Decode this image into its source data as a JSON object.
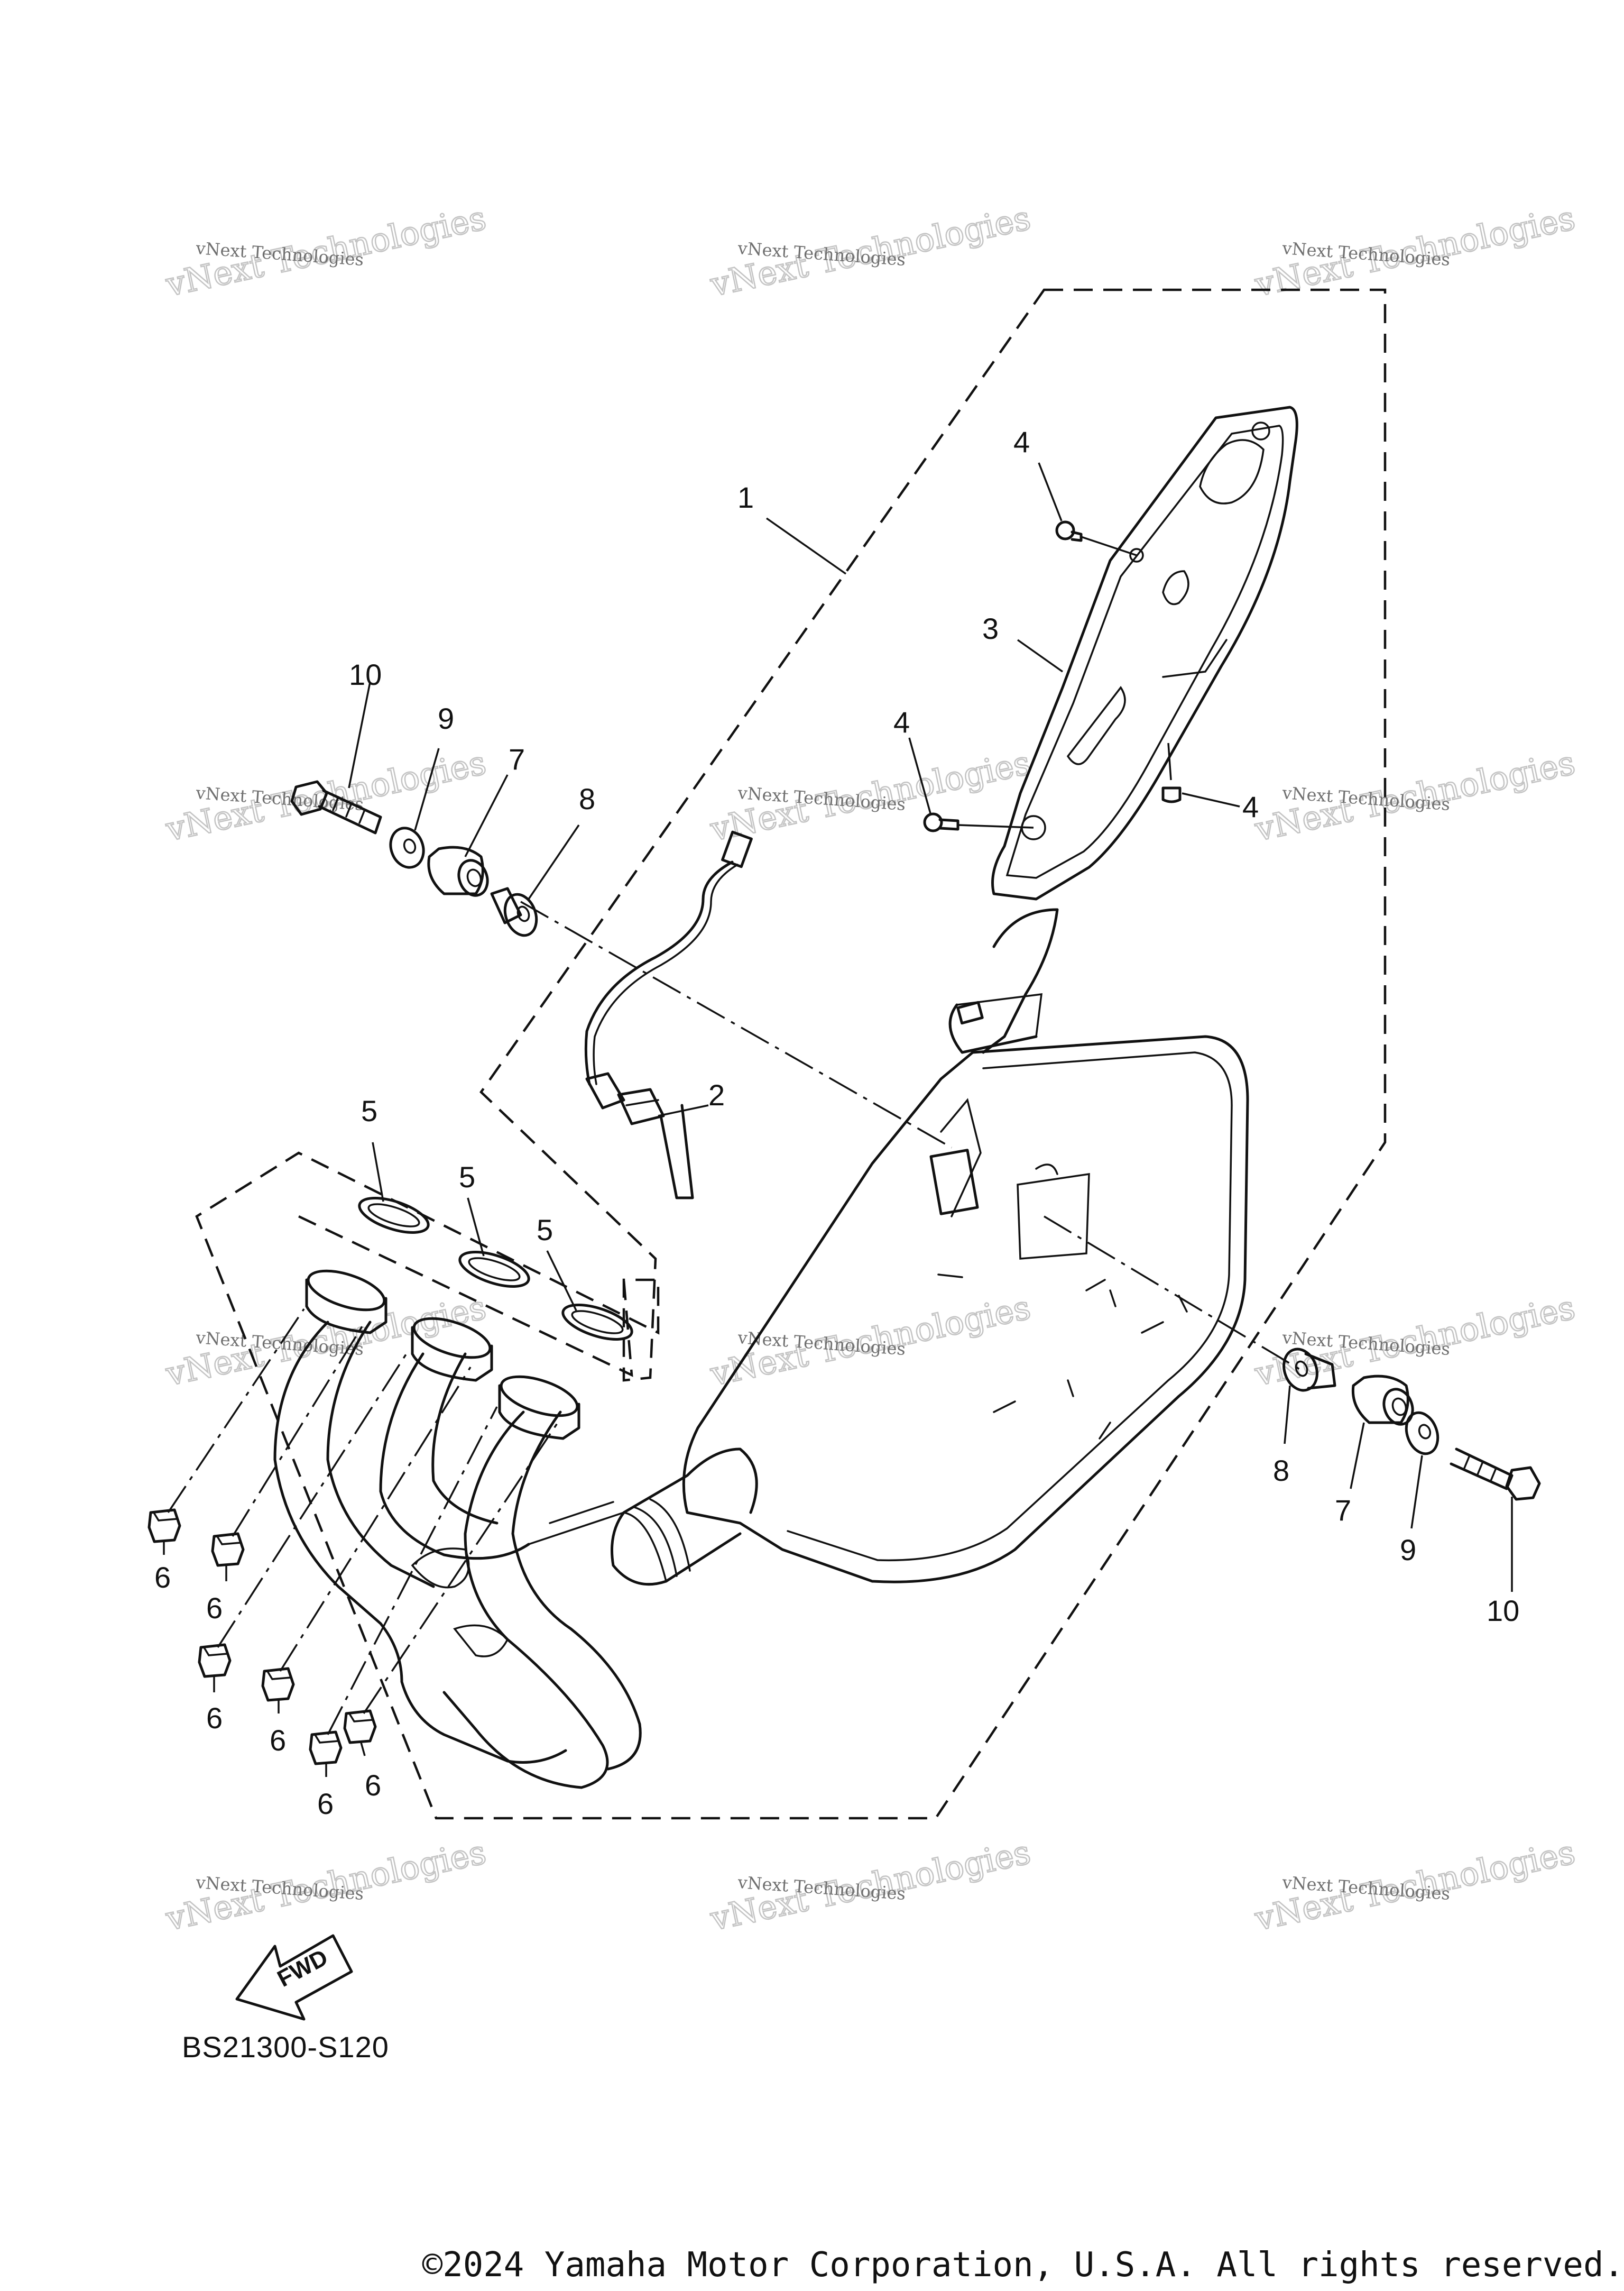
{
  "diagram": {
    "callouts": {
      "part_1": "1",
      "part_2": "2",
      "part_3": "3",
      "part_4": "4",
      "part_5": "5",
      "part_6": "6",
      "part_7": "7",
      "part_8": "8",
      "part_9": "9",
      "part_10": "10"
    },
    "fwd_label": "FWD",
    "watermark": {
      "large": "vNext Technologies",
      "small": "vNext Technologies"
    }
  },
  "diagram_code": "BS21300-S120",
  "copyright": "©2024 Yamaha Motor Corporation, U.S.A. All rights reserved."
}
